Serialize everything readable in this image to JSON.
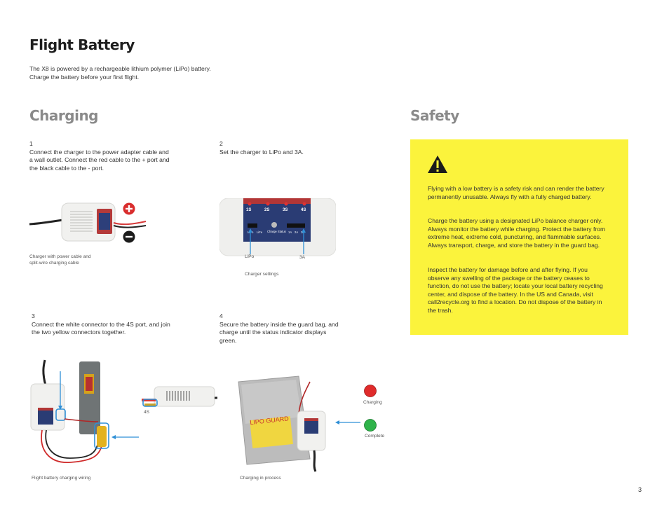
{
  "title": "Flight Battery",
  "intro": [
    "The X8 is powered by a rechargeable lithium polymer (LiPo) battery.",
    "Charge the battery before your first flight."
  ],
  "charging": {
    "heading": "Charging",
    "steps": [
      {
        "number": "1",
        "text": "Connect the charger to the power adapter cable and a wall outlet. Connect the red cable to the + port and the black cable to the - port."
      },
      {
        "number": "2",
        "text": "Set the charger to LiPo and 3A."
      },
      {
        "number": "3",
        "text": "Connect the white connector to the 4S port, and join the two yellow connectors together."
      },
      {
        "number": "4",
        "text": "Secure the battery inside the guard bag, and charge until the status indicator displays green."
      }
    ],
    "captions": {
      "charger_power": [
        "Charger with power cable and",
        "split-wire charging cable"
      ],
      "charger_settings": "Charger settings",
      "wiring": "Flight battery charging wiring",
      "in_process": "Charging in process"
    },
    "settings_callouts": {
      "lipo": "LiPo",
      "amps": "3A"
    },
    "panel": {
      "cells": [
        "1S",
        "2S",
        "3S",
        "4S"
      ],
      "modes": [
        "LiPo",
        "LiFe",
        "Charge Status",
        "1A",
        "2A",
        "3A"
      ]
    },
    "port_callout": "4S",
    "bag_text": "LIPO GUARD",
    "status": [
      {
        "label": "Charging",
        "color": "#e02b2b"
      },
      {
        "label": "Complete",
        "color": "#2fb34a"
      }
    ]
  },
  "safety": {
    "heading": "Safety",
    "paragraphs": [
      "Flying with a low battery is a safety risk and can render the battery permanently unusable. Always fly with a fully charged battery.",
      "Charge the battery using a designated LiPo balance charger only. Always monitor the battery while charging. Protect the battery from extreme heat, extreme cold, puncturing, and flammable surfaces. Always transport, charge, and store the battery in the guard bag.",
      "Inspect the battery for damage before and after flying. If you observe any swelling of the package or the battery ceases to function, do not use the battery; locate your local battery recycling center, and dispose of the battery.  In the US and Canada, visit call2recycle.org to find a location. Do not dispose of the battery in the trash."
    ]
  },
  "page_number": "3",
  "colors": {
    "accent_blue": "#2f8fd6",
    "safety_yellow": "#fbf33c",
    "heading_gray": "#8a8a8a"
  }
}
